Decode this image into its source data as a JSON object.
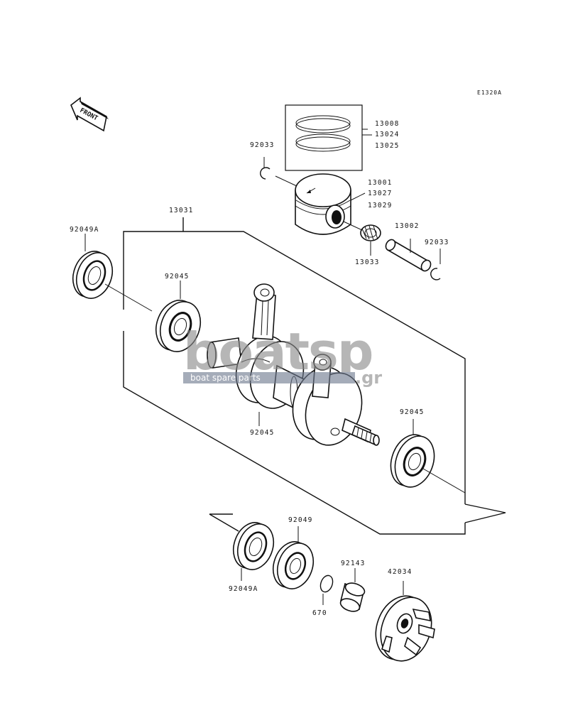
{
  "diagram": {
    "code": "E1320A",
    "front_label": "FRONT",
    "watermark": {
      "main": "boatsp",
      "sub": "boat spare parts",
      "tld": ".gr"
    },
    "parts": [
      {
        "id": "ring-set",
        "labels": [
          "13008",
          "13024",
          "13025"
        ]
      },
      {
        "id": "piston",
        "labels": [
          "13001",
          "13027",
          "13029"
        ]
      },
      {
        "id": "clip-left",
        "labels": [
          "92033"
        ]
      },
      {
        "id": "clip-right",
        "labels": [
          "92033"
        ]
      },
      {
        "id": "pin",
        "labels": [
          "13002"
        ]
      },
      {
        "id": "needle-bearing",
        "labels": [
          "13033"
        ]
      },
      {
        "id": "crankshaft",
        "labels": [
          "13031"
        ]
      },
      {
        "id": "seal-left",
        "labels": [
          "92049A"
        ]
      },
      {
        "id": "bearing-left",
        "labels": [
          "92045"
        ]
      },
      {
        "id": "bearing-center",
        "labels": [
          "92045"
        ]
      },
      {
        "id": "bearing-right",
        "labels": [
          "92045"
        ]
      },
      {
        "id": "seal-lower",
        "labels": [
          "92049A"
        ]
      },
      {
        "id": "bearing-lower",
        "labels": [
          "92049"
        ]
      },
      {
        "id": "o-ring",
        "labels": [
          "670"
        ]
      },
      {
        "id": "collar",
        "labels": [
          "92143"
        ]
      },
      {
        "id": "coupling",
        "labels": [
          "42034"
        ]
      }
    ]
  }
}
